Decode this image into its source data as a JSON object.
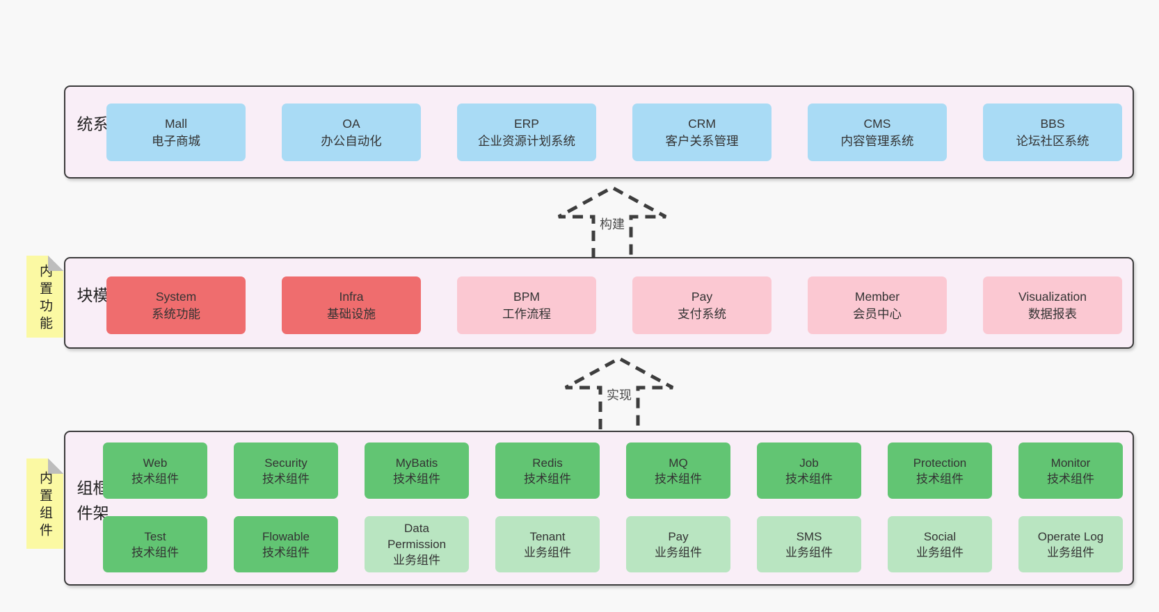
{
  "background": "#f8f8f8",
  "colors": {
    "container_bg": "#f9eef7",
    "container_border": "#3a3a3a",
    "blue": "#a9dbf5",
    "red": "#ef6d6e",
    "pink": "#fbc8d2",
    "green": "#62c573",
    "light_green": "#b9e5c1",
    "note_yellow": "#fbf9a3",
    "note_fold_gray": "#bdbdbd",
    "arrow_dash": "#3d3d3d"
  },
  "business": {
    "side_label": "业务系统",
    "boxes": [
      {
        "en": "Mall",
        "zh": "电子商城"
      },
      {
        "en": "OA",
        "zh": "办公自动化"
      },
      {
        "en": "ERP",
        "zh": "企业资源计划系统"
      },
      {
        "en": "CRM",
        "zh": "客户关系管理"
      },
      {
        "en": "CMS",
        "zh": "内容管理系统"
      },
      {
        "en": "BBS",
        "zh": "论坛社区系统"
      }
    ]
  },
  "arrow_build": {
    "label": "构建"
  },
  "modules": {
    "side_label": "通用模块",
    "note": "内置功能",
    "boxes": [
      {
        "en": "System",
        "zh": "系统功能"
      },
      {
        "en": "Infra",
        "zh": "基础设施"
      },
      {
        "en": "BPM",
        "zh": "工作流程"
      },
      {
        "en": "Pay",
        "zh": "支付系统"
      },
      {
        "en": "Member",
        "zh": "会员中心"
      },
      {
        "en": "Visualization",
        "zh": "数据报表"
      }
    ]
  },
  "arrow_implement": {
    "label": "实现"
  },
  "components": {
    "side_label": "框架组件",
    "note": "内置组件",
    "row1": [
      {
        "en": "Web",
        "zh": "技术组件"
      },
      {
        "en": "Security",
        "zh": "技术组件"
      },
      {
        "en": "MyBatis",
        "zh": "技术组件"
      },
      {
        "en": "Redis",
        "zh": "技术组件"
      },
      {
        "en": "MQ",
        "zh": "技术组件"
      },
      {
        "en": "Job",
        "zh": "技术组件"
      },
      {
        "en": "Protection",
        "zh": "技术组件"
      },
      {
        "en": "Monitor",
        "zh": "技术组件"
      }
    ],
    "row2": [
      {
        "en": "Test",
        "zh": "技术组件"
      },
      {
        "en": "Flowable",
        "zh": "技术组件"
      },
      {
        "en": "Data Permission",
        "zh": "业务组件"
      },
      {
        "en": "Tenant",
        "zh": "业务组件"
      },
      {
        "en": "Pay",
        "zh": "业务组件"
      },
      {
        "en": "SMS",
        "zh": "业务组件"
      },
      {
        "en": "Social",
        "zh": "业务组件"
      },
      {
        "en": "Operate Log",
        "zh": "业务组件"
      }
    ]
  }
}
